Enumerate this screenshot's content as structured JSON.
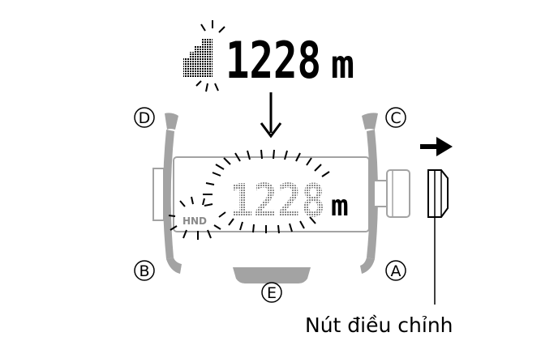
{
  "top_display": {
    "value": "1228",
    "unit": "m"
  },
  "watch": {
    "value": "1228",
    "unit": "m",
    "hand_mode": "HND"
  },
  "buttons": {
    "a": "A",
    "b": "B",
    "c": "C",
    "d": "D",
    "e": "E"
  },
  "crown_label": "Nút điều chỉnh",
  "colors": {
    "ink": "#000000",
    "case_gray": "#a3a3a3",
    "dot_gray": "#8a8a8a",
    "background": "#ffffff"
  },
  "icons": [
    "signal-bars-icon",
    "down-arrow-icon",
    "right-arrow-icon",
    "crown-icon"
  ]
}
